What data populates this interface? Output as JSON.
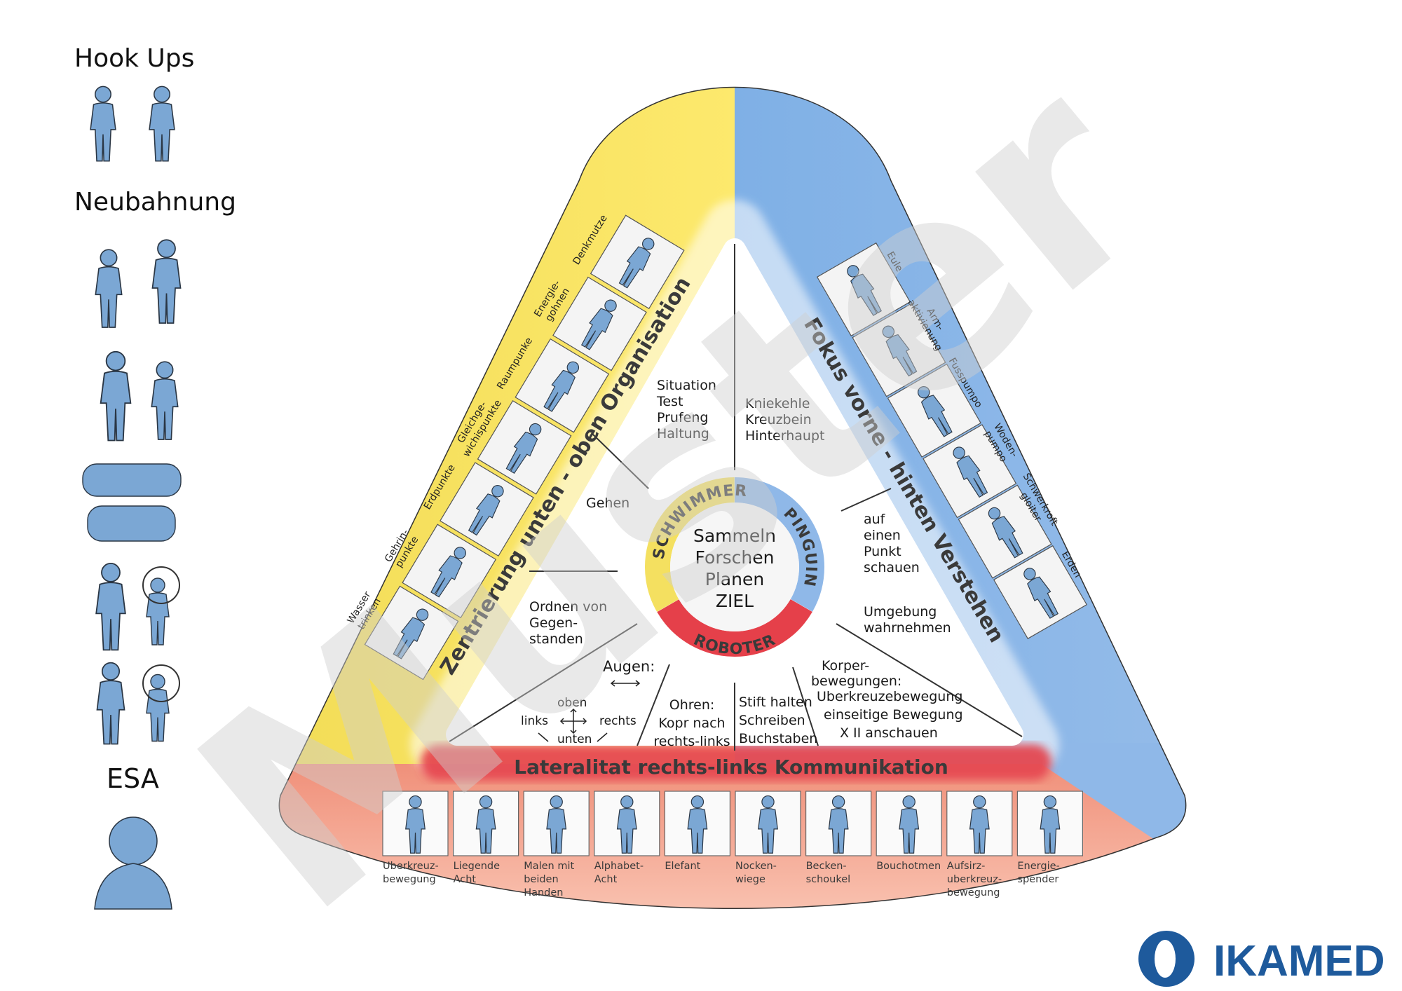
{
  "sidebar": {
    "hook_ups": "Hook Ups",
    "neubahnung": "Neubahnung",
    "esa": "ESA"
  },
  "center": {
    "lines": [
      "Sammeln",
      "Forschen",
      "Planen",
      "ZIEL"
    ]
  },
  "ring": {
    "schwimmer": "SCHWIMMER",
    "pinguin": "PINGUIN",
    "roboter": "ROBOTER"
  },
  "bands": {
    "left": "Zentrierung unten - oben Organisation",
    "right": "Fokus vorne - hinten Verstehen",
    "bottom": "Lateralitat rechts-links Kommunikation"
  },
  "left_exercises": [
    {
      "label": [
        "Wasser",
        "trinken"
      ]
    },
    {
      "label": [
        "Gehrin-",
        "punkte"
      ]
    },
    {
      "label": [
        "Erdpunkte"
      ]
    },
    {
      "label": [
        "Gleichge-",
        "wichispunkte"
      ]
    },
    {
      "label": [
        "Raumpunke"
      ]
    },
    {
      "label": [
        "Energie-",
        "gohnen"
      ]
    },
    {
      "label": [
        "Denkmutze"
      ]
    }
  ],
  "right_exercises": [
    {
      "label": [
        "Eule"
      ]
    },
    {
      "label": [
        "Arm-",
        "aktivienung"
      ]
    },
    {
      "label": [
        "Fusspumpo"
      ]
    },
    {
      "label": [
        "Woden-",
        "pumpo"
      ]
    },
    {
      "label": [
        "Schwerkroft-",
        "gloiter"
      ]
    },
    {
      "label": [
        "Erden"
      ]
    }
  ],
  "bottom_exercises": [
    {
      "label": [
        "Uberkreuz-",
        "bewegung"
      ]
    },
    {
      "label": [
        "Liegende",
        "Acht"
      ]
    },
    {
      "label": [
        "Malen mit",
        "beiden",
        "Handen"
      ]
    },
    {
      "label": [
        "Alphabet-",
        "Acht"
      ]
    },
    {
      "label": [
        "Elefant"
      ]
    },
    {
      "label": [
        "Nocken-",
        "wiege"
      ]
    },
    {
      "label": [
        "Becken-",
        "schoukel"
      ]
    },
    {
      "label": [
        "Bouchotmen"
      ]
    },
    {
      "label": [
        "Aufsirz-",
        "uberkreuz-",
        "bewegung"
      ]
    },
    {
      "label": [
        "Energie-",
        "spender"
      ]
    }
  ],
  "notes": {
    "situation": [
      "Situation",
      "Test",
      "Prufeng",
      "Haltung"
    ],
    "kniekehle": [
      "Kniekehle",
      "Kreuzbein",
      "Hinterhaupt"
    ],
    "gehen": [
      "Gehen"
    ],
    "punkt": [
      "auf",
      "einen",
      "Punkt",
      "schauen"
    ],
    "ordnen": [
      "Ordnen von",
      "Gegen-",
      "standen"
    ],
    "umgebung": [
      "Umgebung",
      "wahrnehmen"
    ],
    "ohren": [
      "Ohren:",
      "Kopr nach",
      "rechts-links"
    ],
    "stift": [
      "Stift halten",
      "Schreiben",
      "Buchstaben"
    ],
    "korper": [
      "Korper-",
      "bewegungen:",
      "Uberkreuzebewegung",
      "einseitige Bewegung",
      "X II anschauen"
    ]
  },
  "eyes": {
    "title": "Augen:",
    "up": "oben",
    "left": "links",
    "right": "rechts",
    "down": "unten"
  },
  "watermark": "Muster",
  "logo": "IKAMED",
  "colors": {
    "yellow": "#fbe569",
    "blue": "#8fb8e8",
    "salmon": "#f29c82",
    "red": "#e5404a",
    "figure": "#7ba7d4",
    "logo": "#1e5a9c"
  }
}
